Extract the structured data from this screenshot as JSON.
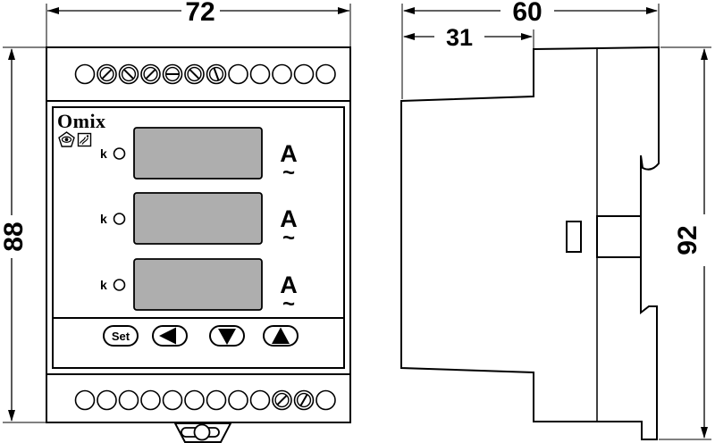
{
  "colors": {
    "background": "#ffffff",
    "lines": "#000000",
    "display_fill": "#aeaeae"
  },
  "dimensions": {
    "front_width": "72",
    "front_height": "88",
    "total_depth": "60",
    "bezel_depth": "31",
    "side_height": "92"
  },
  "device": {
    "brand": "Omix",
    "cert_icons": [
      "eye-badge-icon",
      "rosette-badge-icon"
    ],
    "display_rows": [
      {
        "multiplier_label": "k",
        "unit": "A",
        "ac_symbol": "~"
      },
      {
        "multiplier_label": "k",
        "unit": "A",
        "ac_symbol": "~"
      },
      {
        "multiplier_label": "k",
        "unit": "A",
        "ac_symbol": "~"
      }
    ],
    "buttons": [
      {
        "label": "Set",
        "type": "text"
      },
      {
        "label": "left-arrow",
        "type": "icon"
      },
      {
        "label": "down-arrow",
        "type": "icon"
      },
      {
        "label": "up-arrow",
        "type": "icon"
      }
    ],
    "terminals": {
      "top": {
        "count": 12,
        "screws": [
          {
            "index": 1,
            "slot_angle": 45
          },
          {
            "index": 2,
            "slot_angle": 135
          },
          {
            "index": 3,
            "slot_angle": 45
          },
          {
            "index": 4,
            "slot_angle": 0
          },
          {
            "index": 5,
            "slot_angle": 135
          },
          {
            "index": 6,
            "slot_angle": 110
          }
        ]
      },
      "bottom": {
        "count": 12,
        "screws": [
          {
            "index": 9,
            "slot_angle": 45
          },
          {
            "index": 10,
            "slot_angle": 60
          }
        ]
      }
    }
  }
}
